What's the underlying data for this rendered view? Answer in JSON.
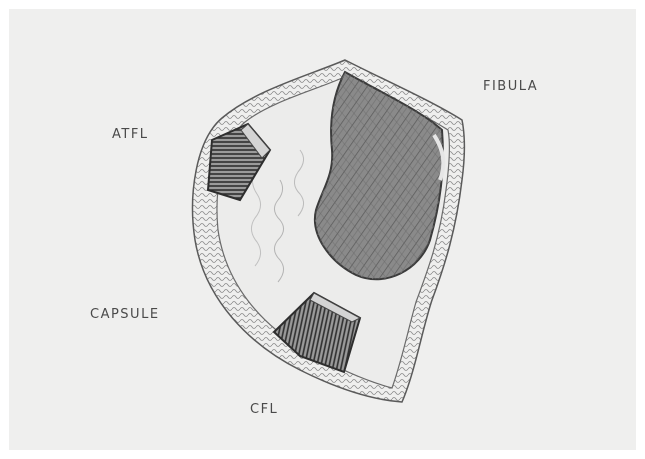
{
  "labels": {
    "atfl": "ATFL",
    "fibula": "FIBULA",
    "capsule": "CAPSULE",
    "cfl": "CFL"
  },
  "colors": {
    "paper": "#efefee",
    "pencil_dark": "#3a3a3a",
    "pencil_mid": "#7a7a7a",
    "pencil_light": "#a8a8a8"
  }
}
